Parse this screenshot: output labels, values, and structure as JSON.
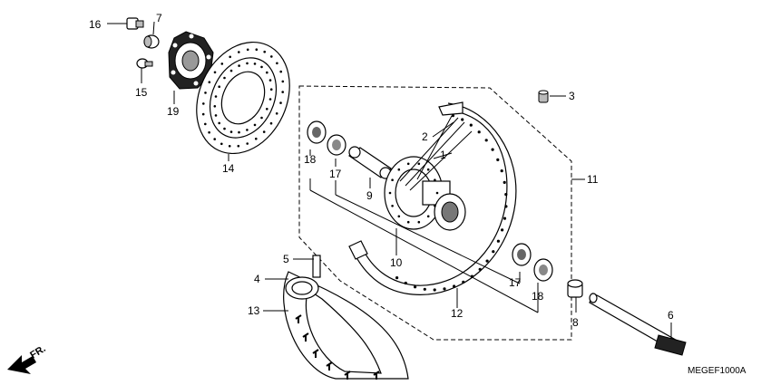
{
  "diagram": {
    "reference_code": "MEGEF1000A",
    "direction_label": "FR."
  },
  "callouts": {
    "c1": "1",
    "c2": "2",
    "c3": "3",
    "c4": "4",
    "c5": "5",
    "c6": "6",
    "c7": "7",
    "c8": "8",
    "c9": "9",
    "c10": "10",
    "c11": "11",
    "c12": "12",
    "c13": "13",
    "c14": "14",
    "c15": "15",
    "c16": "16",
    "c17a": "17",
    "c17b": "17",
    "c18a": "18",
    "c18b": "18",
    "c19": "19"
  }
}
